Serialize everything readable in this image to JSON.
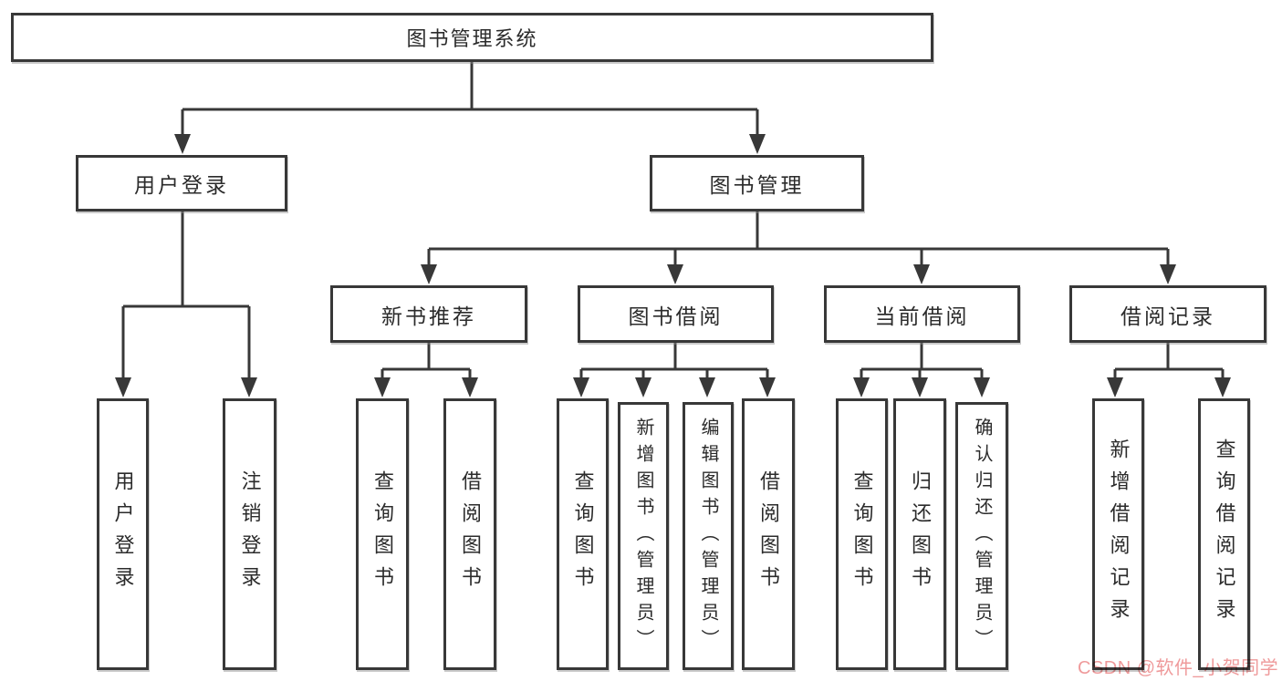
{
  "diagram": {
    "title": "图书管理系统",
    "watermark": "CSDN @软件_小贺同学",
    "colors": {
      "line": "#383838",
      "box_border": "#383838",
      "text": "#2b2b2b",
      "watermark": "#ef9a9b",
      "background": "#ffffff"
    },
    "nodes": {
      "user_login": {
        "label": "用户登录",
        "children": [
          {
            "label": "用户登录"
          },
          {
            "label": "注销登录"
          }
        ]
      },
      "book_mgmt": {
        "label": "图书管理",
        "children": [
          {
            "label": "新书推荐",
            "children": [
              {
                "label": "查询图书"
              },
              {
                "label": "借阅图书"
              }
            ]
          },
          {
            "label": "图书借阅",
            "children": [
              {
                "label": "查询图书"
              },
              {
                "label": "新增图书（管理员）"
              },
              {
                "label": "编辑图书（管理员）"
              },
              {
                "label": "借阅图书"
              }
            ]
          },
          {
            "label": "当前借阅",
            "children": [
              {
                "label": "查询图书"
              },
              {
                "label": "归还图书"
              },
              {
                "label": "确认归还（管理员）"
              }
            ]
          },
          {
            "label": "借阅记录",
            "children": [
              {
                "label": "新增借阅记录"
              },
              {
                "label": "查询借阅记录"
              }
            ]
          }
        ]
      }
    }
  }
}
